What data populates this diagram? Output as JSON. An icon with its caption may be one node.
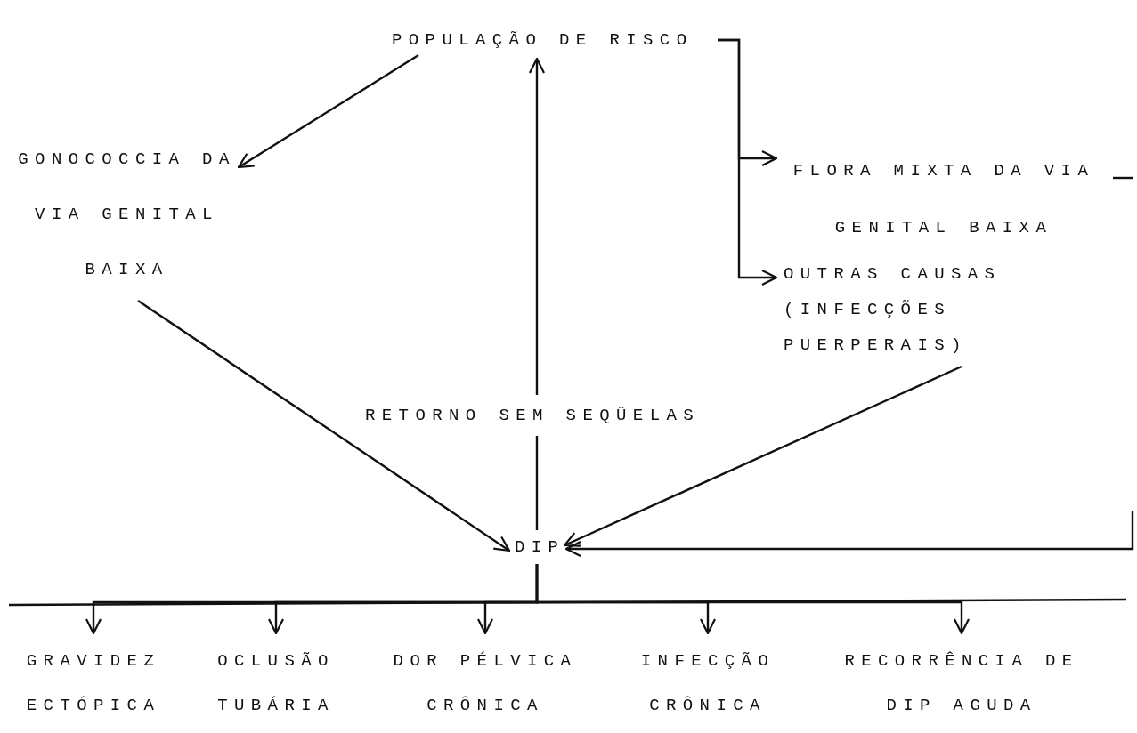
{
  "diagram": {
    "nodes": [
      {
        "text": [
          "POPULAÇÃO DE RISCO"
        ]
      },
      {
        "text": [
          "GONOCOCCIA DA VIA GENITAL BAIXA"
        ]
      },
      {
        "text": [
          "FLORA MIXTA DA VIA GENITAL BAIXA"
        ]
      },
      {
        "text": [
          "OUTRAS CAUSAS (INFECÇÕES PUERPERAIS)"
        ]
      },
      {
        "text": [
          "RETORNO SEM SEQÜELAS"
        ]
      },
      {
        "text": [
          "DIP"
        ]
      },
      {
        "text": [
          "GRAVIDEZ ECTÓPICA"
        ]
      },
      {
        "text": [
          "OCLUSÃO TUBÁRIA"
        ]
      },
      {
        "text": [
          "DOR PÉLVICA CRÔNICA"
        ]
      },
      {
        "text": [
          "INFECÇÃO CRÔNICA"
        ]
      },
      {
        "text": [
          "RECORRÊNCIA DE DIP AGUDA"
        ]
      }
    ],
    "edges": [
      {
        "from": 0,
        "to": 1,
        "arrow": "to"
      },
      {
        "from": 0,
        "to": 2,
        "arrow": "to"
      },
      {
        "from": 0,
        "to": 3,
        "arrow": "to"
      },
      {
        "from": 1,
        "to": 5,
        "arrow": "to"
      },
      {
        "from": 3,
        "to": 5,
        "arrow": "to"
      },
      {
        "from": 5,
        "to": 4,
        "arrow": "none"
      },
      {
        "from": 4,
        "to": 0,
        "arrow": "to"
      },
      {
        "from": null,
        "to": 5,
        "arrow": "to"
      },
      {
        "from": 5,
        "to": 6,
        "arrow": "to"
      },
      {
        "from": 5,
        "to": 7,
        "arrow": "to"
      },
      {
        "from": 5,
        "to": 8,
        "arrow": "to"
      },
      {
        "from": 5,
        "to": 9,
        "arrow": "to"
      },
      {
        "from": 5,
        "to": 10,
        "arrow": "to"
      }
    ]
  }
}
